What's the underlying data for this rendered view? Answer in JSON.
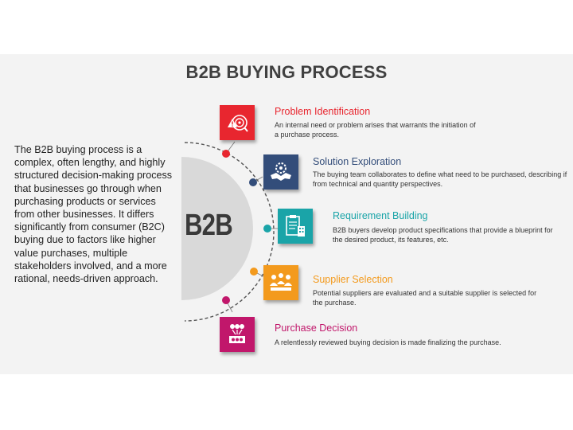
{
  "title": "B2B BUYING PROCESS",
  "description": "The B2B buying process is a complex, often lengthy, and highly structured decision-making process that businesses go through when purchasing products or services from other businesses.  It differs significantly from consumer (B2C) buying due to factors like higher value purchases, multiple stakeholders involved, and a more rational, needs-driven approach.",
  "center_label": "B2B",
  "steps": [
    {
      "title": "Problem Identification",
      "description": "An internal need or problem arises that warrants the initiation of a purchase process.",
      "color": "#e8262f",
      "icon": "target-alert-icon"
    },
    {
      "title": "Solution Exploration",
      "description": "The buying team collaborates to define what need to be purchased, describing if from technical and quantity perspectives.",
      "color": "#334d7a",
      "icon": "handshake-gear-icon"
    },
    {
      "title": "Requirement Building",
      "description": "B2B buyers develop product specifications that provide a blueprint for the desired product, its features, etc.",
      "color": "#1aa4a8",
      "icon": "clipboard-building-icon"
    },
    {
      "title": "Supplier Selection",
      "description": "Potential suppliers are evaluated and a suitable supplier is selected for the purchase.",
      "color": "#f39a1d",
      "icon": "people-selection-icon"
    },
    {
      "title": "Purchase Decision",
      "description": "A relentlessly reviewed buying decision is made finalizing the purchase.",
      "color": "#c1176b",
      "icon": "group-decision-icon"
    }
  ]
}
